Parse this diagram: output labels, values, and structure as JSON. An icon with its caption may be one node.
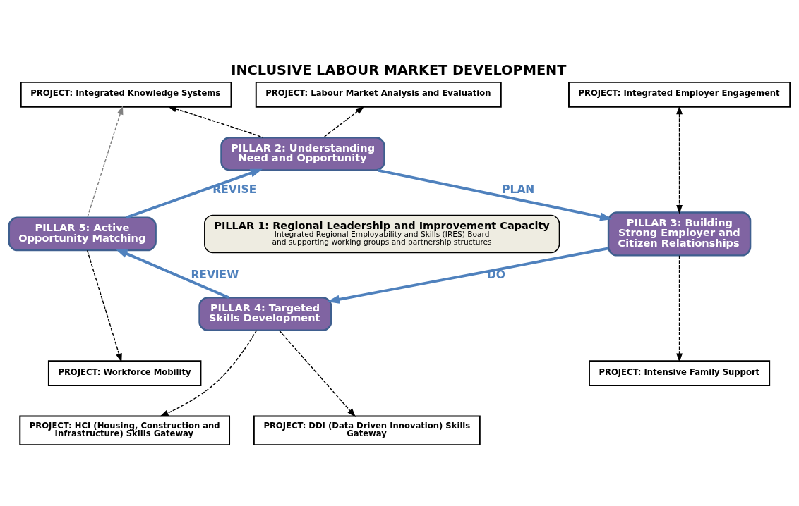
{
  "diagram": {
    "title": "INCLUSIVE LABOUR MARKET DEVELOPMENT",
    "nodes": [
      {
        "text": [
          "PROJECT: Integrated Knowledge Systems"
        ]
      },
      {
        "text": [
          "PROJECT: Labour Market Analysis and Evaluation"
        ]
      },
      {
        "text": [
          "PROJECT: Integrated Employer Engagement"
        ]
      },
      {
        "text": [
          "PILLAR 2: Understanding Need and Opportunity"
        ]
      },
      {
        "text": [
          "PILLAR 5: Active Opportunity Matching"
        ]
      },
      {
        "text": [
          "PILLAR 1: Regional Leadership and Improvement Capacity",
          "Integrated Regional Employability and Skills (IRES) Board and supporting working groups and partnership structures"
        ]
      },
      {
        "text": [
          "PILLAR 3: Building Strong Employer and Citizen Relationships"
        ]
      },
      {
        "text": [
          "PILLAR 4: Targeted Skills Development"
        ]
      },
      {
        "text": [
          "PROJECT: Workforce Mobility"
        ]
      },
      {
        "text": [
          "PROJECT: Intensive Family Support"
        ]
      },
      {
        "text": [
          "PROJECT: HCI (Housing, Construction and Infrastructure) Skills Gateway"
        ]
      },
      {
        "text": [
          "PROJECT: DDI (Data Driven Innovation) Skills Gateway"
        ]
      }
    ],
    "edges": [
      {
        "from": 4,
        "to": 3,
        "arrow": "to",
        "label": "REVISE",
        "style": "thick",
        "color": "#4f81bd"
      },
      {
        "from": 3,
        "to": 6,
        "arrow": "to",
        "label": "PLAN",
        "style": "thick",
        "color": "#4f81bd"
      },
      {
        "from": 6,
        "to": 7,
        "arrow": "to",
        "label": "DO",
        "style": "thick",
        "color": "#4f81bd"
      },
      {
        "from": 7,
        "to": 4,
        "arrow": "to",
        "label": "REVIEW",
        "style": "thick",
        "color": "#4f81bd"
      },
      {
        "from": 3,
        "to": 1,
        "arrow": "to",
        "style": "dashed"
      },
      {
        "from": 3,
        "to": 0,
        "arrow": "to",
        "style": "dashed"
      },
      {
        "from": 4,
        "to": 0,
        "arrow": "to",
        "style": "dashed",
        "color": "#808080"
      },
      {
        "from": 6,
        "to": 2,
        "arrow": "both",
        "style": "dashed"
      },
      {
        "from": 6,
        "to": 9,
        "arrow": "to",
        "style": "dashed"
      },
      {
        "from": 4,
        "to": 8,
        "arrow": "to",
        "style": "dashed"
      },
      {
        "from": 7,
        "to": 10,
        "arrow": "to",
        "style": "dashed"
      },
      {
        "from": 7,
        "to": 11,
        "arrow": "to",
        "style": "dashed"
      }
    ]
  }
}
